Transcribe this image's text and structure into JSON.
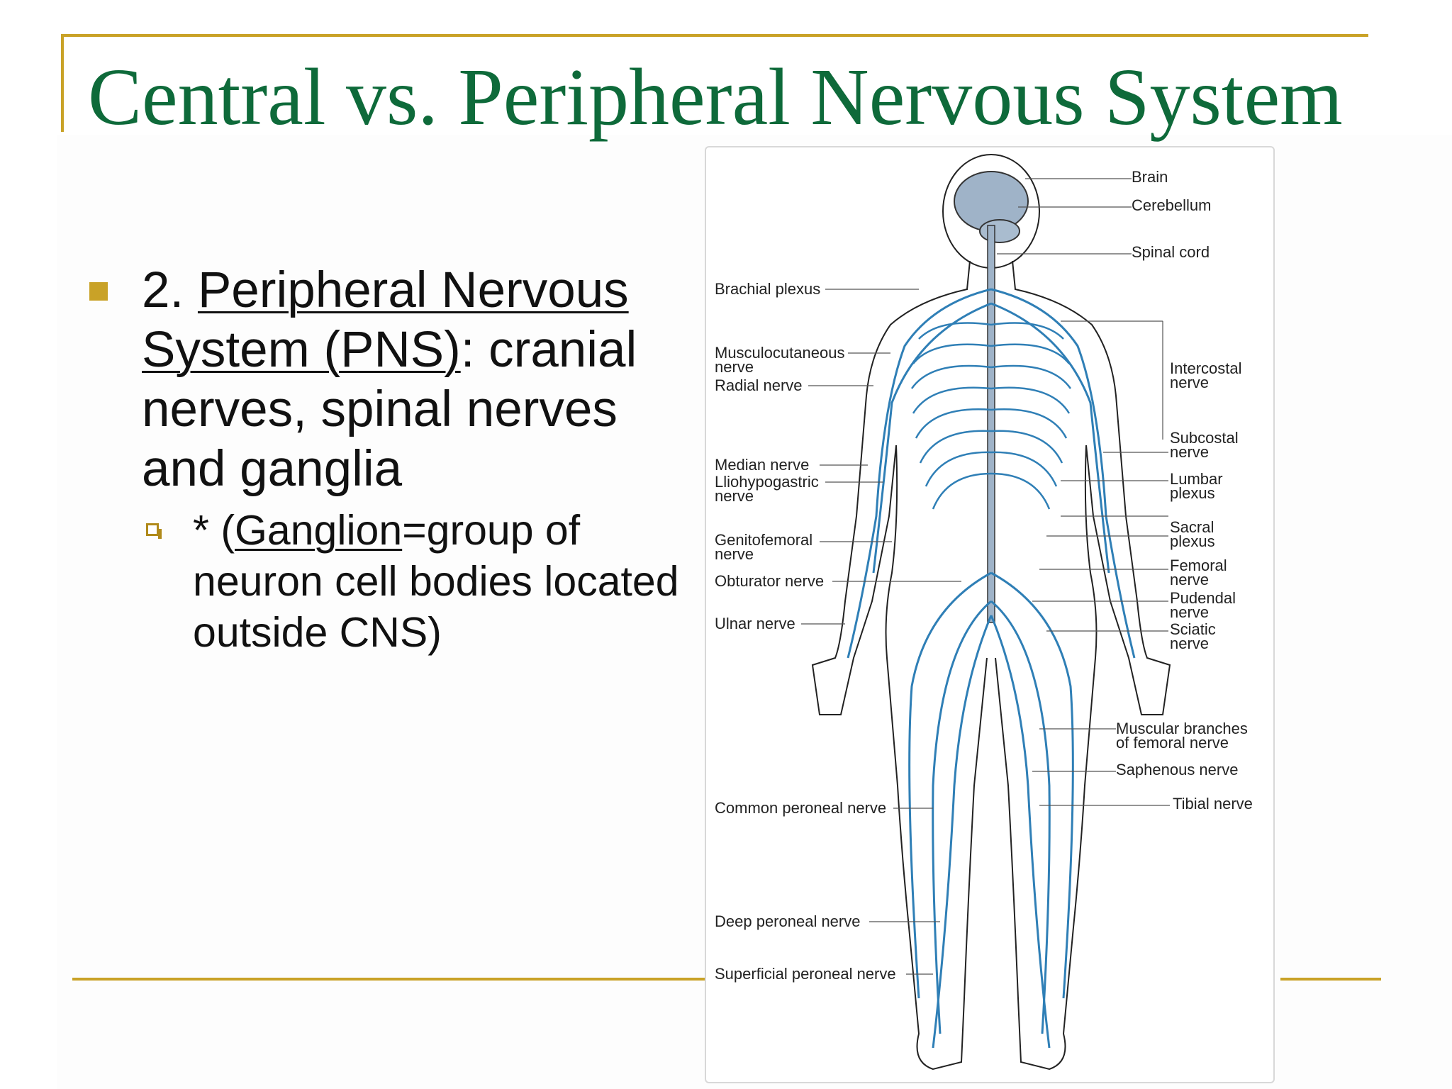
{
  "slide": {
    "title": "Central vs. Peripheral Nervous System",
    "bullet1": {
      "prefix": " 2. ",
      "term": "Peripheral Nervous System (PNS)",
      "rest": ": cranial nerves, spinal nerves and ganglia"
    },
    "bullet2": {
      "prefix": "* (",
      "term": "Ganglion",
      "rest": "=group of neuron cell bodies located outside CNS)"
    },
    "colors": {
      "title": "#0e6a3a",
      "accent_rule": "#c9a227",
      "nerve": "#2f7fb6"
    }
  },
  "figure": {
    "labels_left": [
      "Brachial plexus",
      "Musculocutaneous\nnerve",
      "Radial nerve",
      "Median nerve",
      "Lliohypogastric\nnerve",
      "Genitofemoral\nnerve",
      "Obturator nerve",
      "Ulnar nerve",
      "Common peroneal nerve",
      "Deep peroneal nerve",
      "Superficial peroneal nerve"
    ],
    "labels_right": [
      "Brain",
      "Cerebellum",
      "Spinal cord",
      "Intercostal\nnerve",
      "Subcostal\nnerve",
      "Lumbar\nplexus",
      "Sacral\nplexus",
      "Femoral\nnerve",
      "Pudendal\nnerve",
      "Sciatic\nnerve",
      "Muscular branches\nof femoral nerve",
      "Saphenous nerve",
      "Tibial nerve"
    ]
  }
}
